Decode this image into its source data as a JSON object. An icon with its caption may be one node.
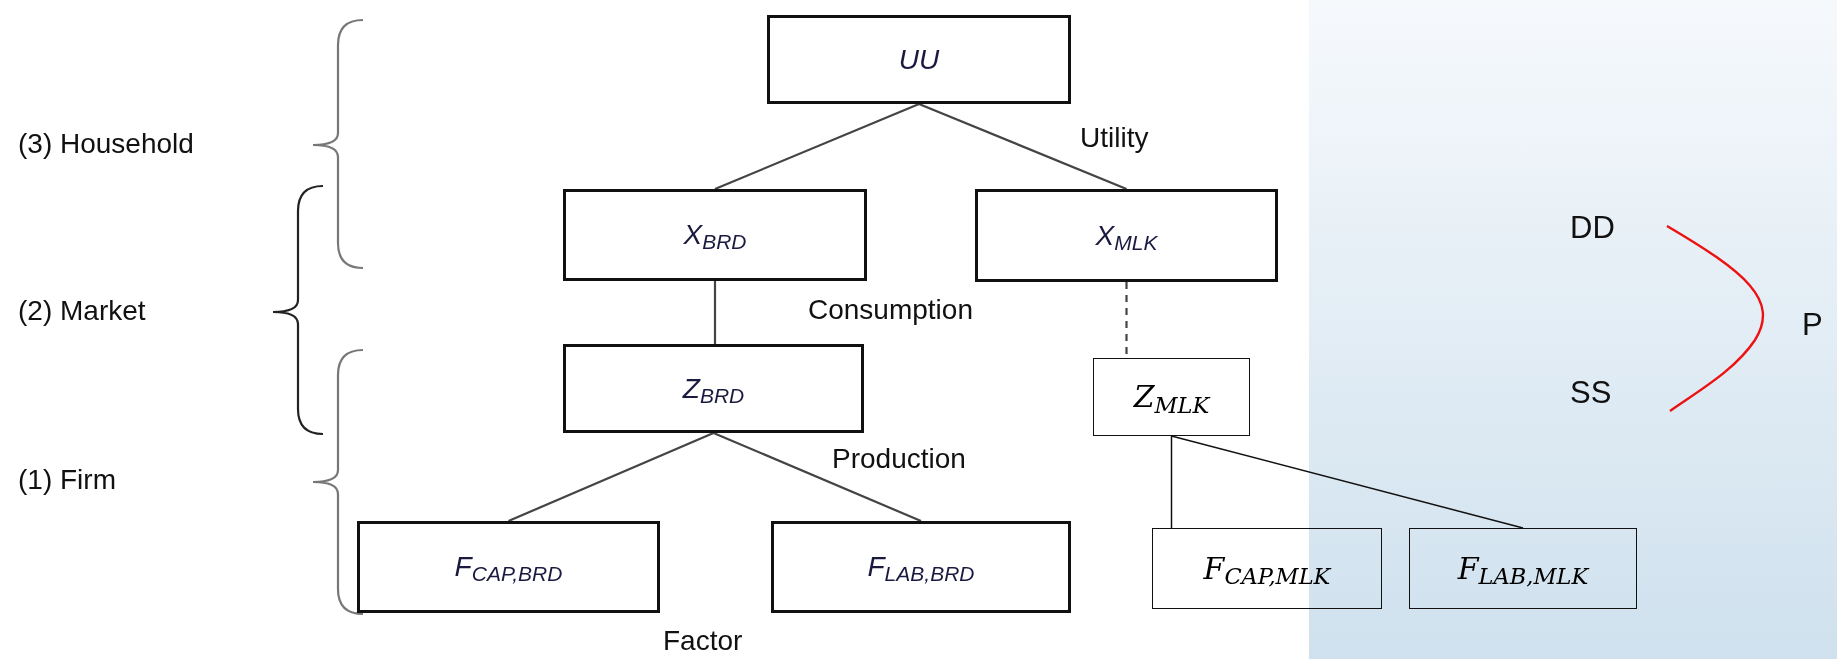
{
  "diagram": {
    "nodes": [
      {
        "text": [
          "UU"
        ]
      },
      {
        "text": [
          "X$_{BRD}$"
        ]
      },
      {
        "text": [
          "X$_{MLK}$"
        ]
      },
      {
        "text": [
          "Z$_{BRD}$"
        ]
      },
      {
        "text": [
          "Z$_{MLK}$"
        ]
      },
      {
        "text": [
          "F$_{CAP,BRD}$"
        ]
      },
      {
        "text": [
          "F$_{LAB,BRD}$"
        ]
      },
      {
        "text": [
          "F$_{CAP,MLK}$"
        ]
      },
      {
        "text": [
          "F$_{LAB,MLK}$"
        ]
      }
    ],
    "edges": [
      {
        "from": 0,
        "to": 1,
        "arrow": "none"
      },
      {
        "from": 0,
        "to": 2,
        "arrow": "none"
      },
      {
        "from": 1,
        "to": 3,
        "arrow": "none"
      },
      {
        "from": 2,
        "to": 4,
        "arrow": "none",
        "style": "dashed"
      },
      {
        "from": 3,
        "to": 5,
        "arrow": "none"
      },
      {
        "from": 3,
        "to": 6,
        "arrow": "none"
      },
      {
        "from": 4,
        "to": 7,
        "arrow": "none"
      },
      {
        "from": 4,
        "to": 8,
        "arrow": "none"
      }
    ],
    "labels": [
      "(3) Household",
      "Utility",
      "(2) Market",
      "Consumption",
      "(1) Firm",
      "Production",
      "Factor",
      "DD",
      "P",
      "SS"
    ]
  }
}
